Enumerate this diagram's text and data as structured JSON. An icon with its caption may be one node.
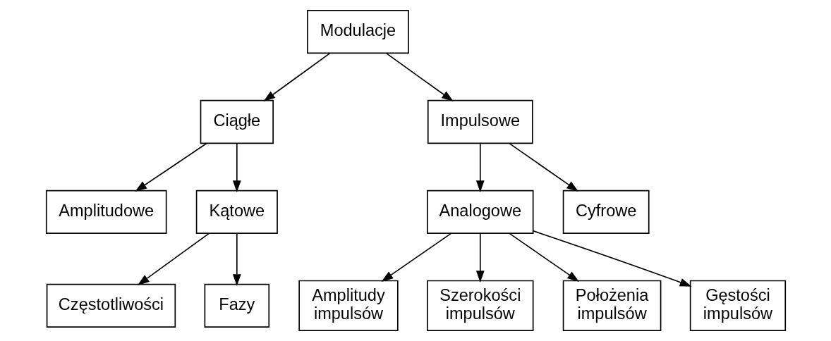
{
  "diagram": {
    "nodes": [
      {
        "text": [
          "Modulacje"
        ]
      },
      {
        "text": [
          "Ciągłe"
        ]
      },
      {
        "text": [
          "Impulsowe"
        ]
      },
      {
        "text": [
          "Amplitudowe"
        ]
      },
      {
        "text": [
          "Kątowe"
        ]
      },
      {
        "text": [
          "Analogowe"
        ]
      },
      {
        "text": [
          "Cyfrowe"
        ]
      },
      {
        "text": [
          "Częstotliwości"
        ]
      },
      {
        "text": [
          "Fazy"
        ]
      },
      {
        "text": [
          "Amplitudy impulsów"
        ]
      },
      {
        "text": [
          "Szerokości impulsów"
        ]
      },
      {
        "text": [
          "Położenia impulsów"
        ]
      },
      {
        "text": [
          "Gęstości impulsów"
        ]
      }
    ],
    "edges": [
      {
        "from": 0,
        "to": 1,
        "arrow": "to"
      },
      {
        "from": 0,
        "to": 2,
        "arrow": "to"
      },
      {
        "from": 1,
        "to": 3,
        "arrow": "to"
      },
      {
        "from": 1,
        "to": 4,
        "arrow": "to"
      },
      {
        "from": 2,
        "to": 5,
        "arrow": "to"
      },
      {
        "from": 2,
        "to": 6,
        "arrow": "to"
      },
      {
        "from": 4,
        "to": 7,
        "arrow": "to"
      },
      {
        "from": 4,
        "to": 8,
        "arrow": "to"
      },
      {
        "from": 5,
        "to": 9,
        "arrow": "to"
      },
      {
        "from": 5,
        "to": 10,
        "arrow": "to"
      },
      {
        "from": 5,
        "to": 11,
        "arrow": "to"
      },
      {
        "from": 5,
        "to": 12,
        "arrow": "to"
      }
    ]
  }
}
